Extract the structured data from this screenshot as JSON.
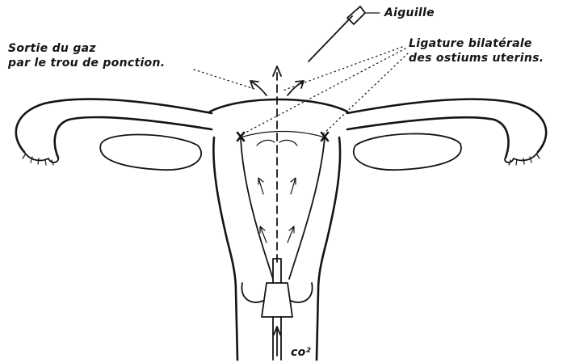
{
  "labels": {
    "needle": "Aiguille",
    "gas_exit_line1": "Sortie du gaz",
    "gas_exit_line2": "par le trou de ponction.",
    "ligature_line1": "Ligature bilatérale",
    "ligature_line2": "des ostiums uterins.",
    "gas": "co²"
  },
  "colors": {
    "ink": "#141414",
    "background": "#ffffff"
  }
}
